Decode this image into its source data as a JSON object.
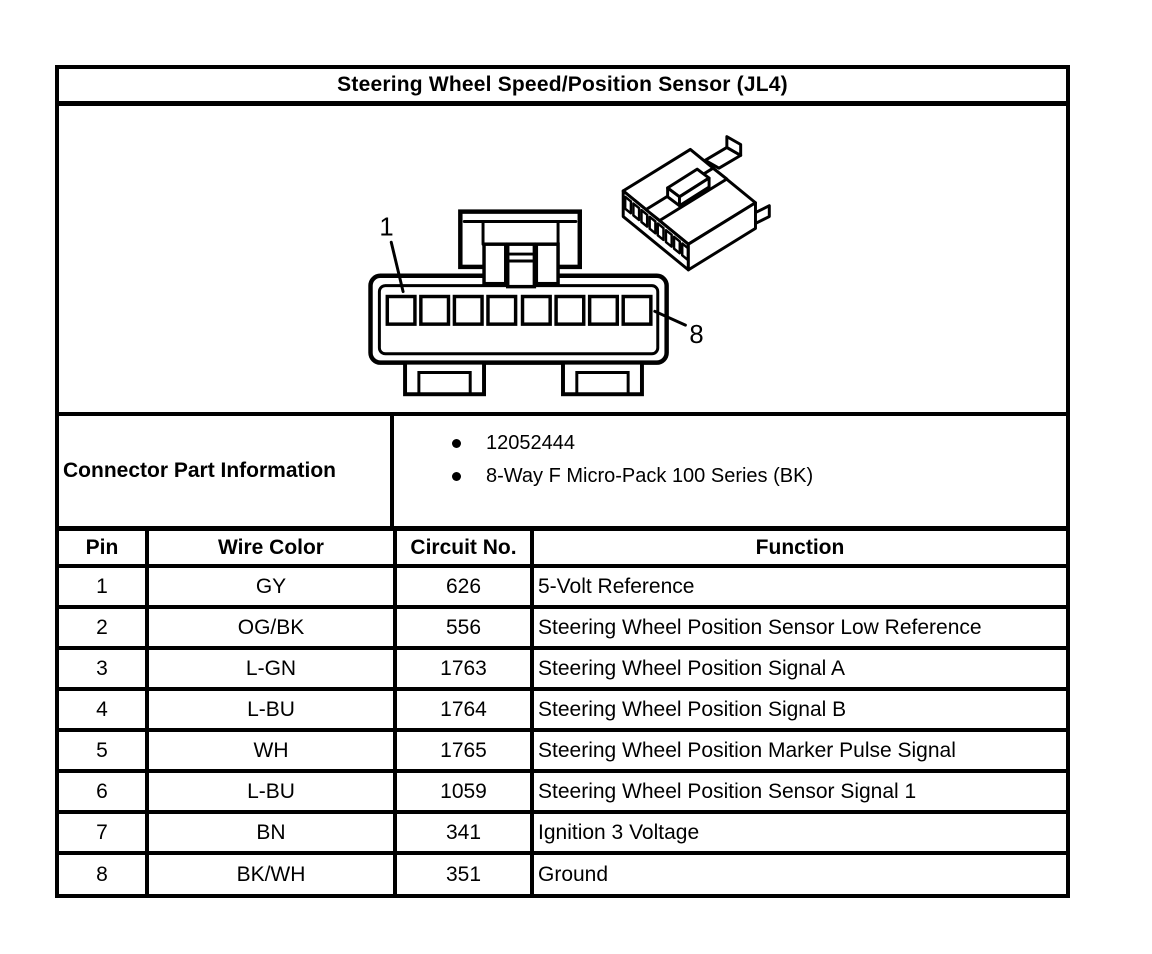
{
  "title": "Steering Wheel Speed/Position Sensor (JL4)",
  "diagram": {
    "pin1_label": "1",
    "pin8_label": "8"
  },
  "part_info": {
    "label": "Connector Part Information",
    "items": [
      "12052444",
      "8-Way F Micro-Pack 100 Series (BK)"
    ]
  },
  "pin_table": {
    "headers": [
      "Pin",
      "Wire Color",
      "Circuit No.",
      "Function"
    ],
    "rows": [
      {
        "pin": "1",
        "wire_color": "GY",
        "circuit": "626",
        "function": "5-Volt Reference"
      },
      {
        "pin": "2",
        "wire_color": "OG/BK",
        "circuit": "556",
        "function": "Steering Wheel Position Sensor Low Reference"
      },
      {
        "pin": "3",
        "wire_color": "L-GN",
        "circuit": "1763",
        "function": "Steering Wheel Position Signal A"
      },
      {
        "pin": "4",
        "wire_color": "L-BU",
        "circuit": "1764",
        "function": "Steering Wheel Position Signal B"
      },
      {
        "pin": "5",
        "wire_color": "WH",
        "circuit": "1765",
        "function": "Steering Wheel Position Marker Pulse Signal"
      },
      {
        "pin": "6",
        "wire_color": "L-BU",
        "circuit": "1059",
        "function": "Steering Wheel Position Sensor Signal 1"
      },
      {
        "pin": "7",
        "wire_color": "BN",
        "circuit": "341",
        "function": "Ignition 3 Voltage"
      },
      {
        "pin": "8",
        "wire_color": "BK/WH",
        "circuit": "351",
        "function": "Ground"
      }
    ]
  },
  "colors": {
    "line": "#000000",
    "background": "#ffffff"
  }
}
